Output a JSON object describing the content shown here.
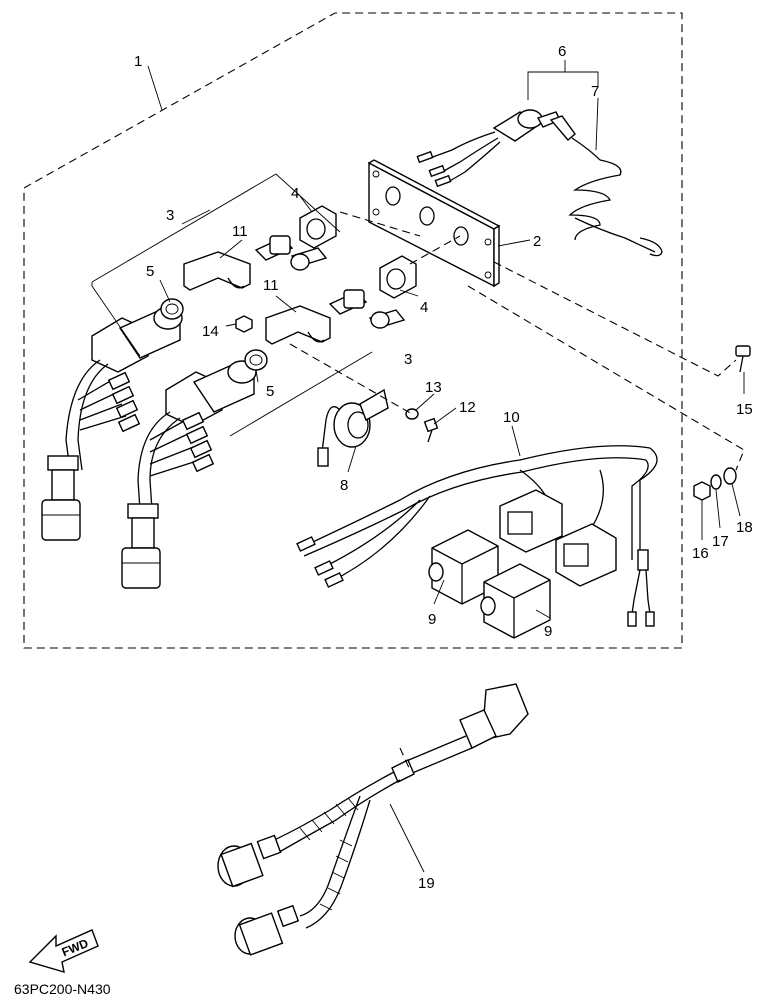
{
  "diagram": {
    "part_numbers": [
      "1",
      "2",
      "3",
      "3",
      "4",
      "4",
      "5",
      "5",
      "6",
      "7",
      "8",
      "9",
      "9",
      "10",
      "11",
      "11",
      "12",
      "13",
      "14",
      "15",
      "16",
      "17",
      "18",
      "19"
    ],
    "direction_label": "FWD",
    "drawing_code": "63PC200-N430"
  }
}
